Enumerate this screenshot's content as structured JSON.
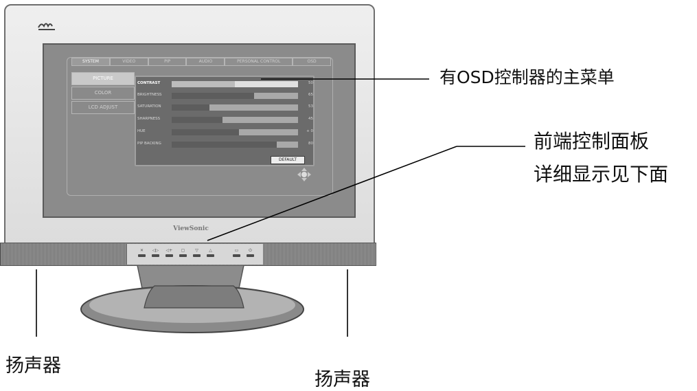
{
  "osd": {
    "tabs": [
      "SYSTEM",
      "VIDEO",
      "PIP",
      "AUDIO",
      "PERSONAL CONTROL",
      "OSD"
    ],
    "side_items": [
      "PICTURE",
      "COLOR",
      "LCD ADJUST"
    ],
    "rows": [
      {
        "label": "CONTRAST",
        "value": "50",
        "level": 0.5
      },
      {
        "label": "BRIGHTNESS",
        "value": "65",
        "level": 0.65
      },
      {
        "label": "SATURATION",
        "value": "53",
        "level": 0.3
      },
      {
        "label": "SHARPNESS",
        "value": "45",
        "level": 0.4
      },
      {
        "label": "HUE",
        "value": "+ 0",
        "level": 0.53
      },
      {
        "label": "PIP BACKING",
        "value": "80",
        "level": 0.83
      }
    ],
    "default_button": "DEFAULT"
  },
  "monitor": {
    "brand": "ViewSonic"
  },
  "front_panel": {
    "buttons": [
      "✕",
      "◁▷",
      "◁+",
      "▢",
      "▽",
      "△",
      "▭",
      "⏻"
    ]
  },
  "callouts": {
    "osd_main_menu": "有OSD控制器的主菜单",
    "front_panel_line1": "前端控制面板",
    "front_panel_line2": "详细显示见下面",
    "speaker_left": "扬声器",
    "speaker_right": "扬声器"
  },
  "colors": {
    "bezel": "#e4e4e4",
    "screen": "#8b8b8b",
    "osd_panel": "#6b6b6b",
    "grill": "#888888"
  }
}
